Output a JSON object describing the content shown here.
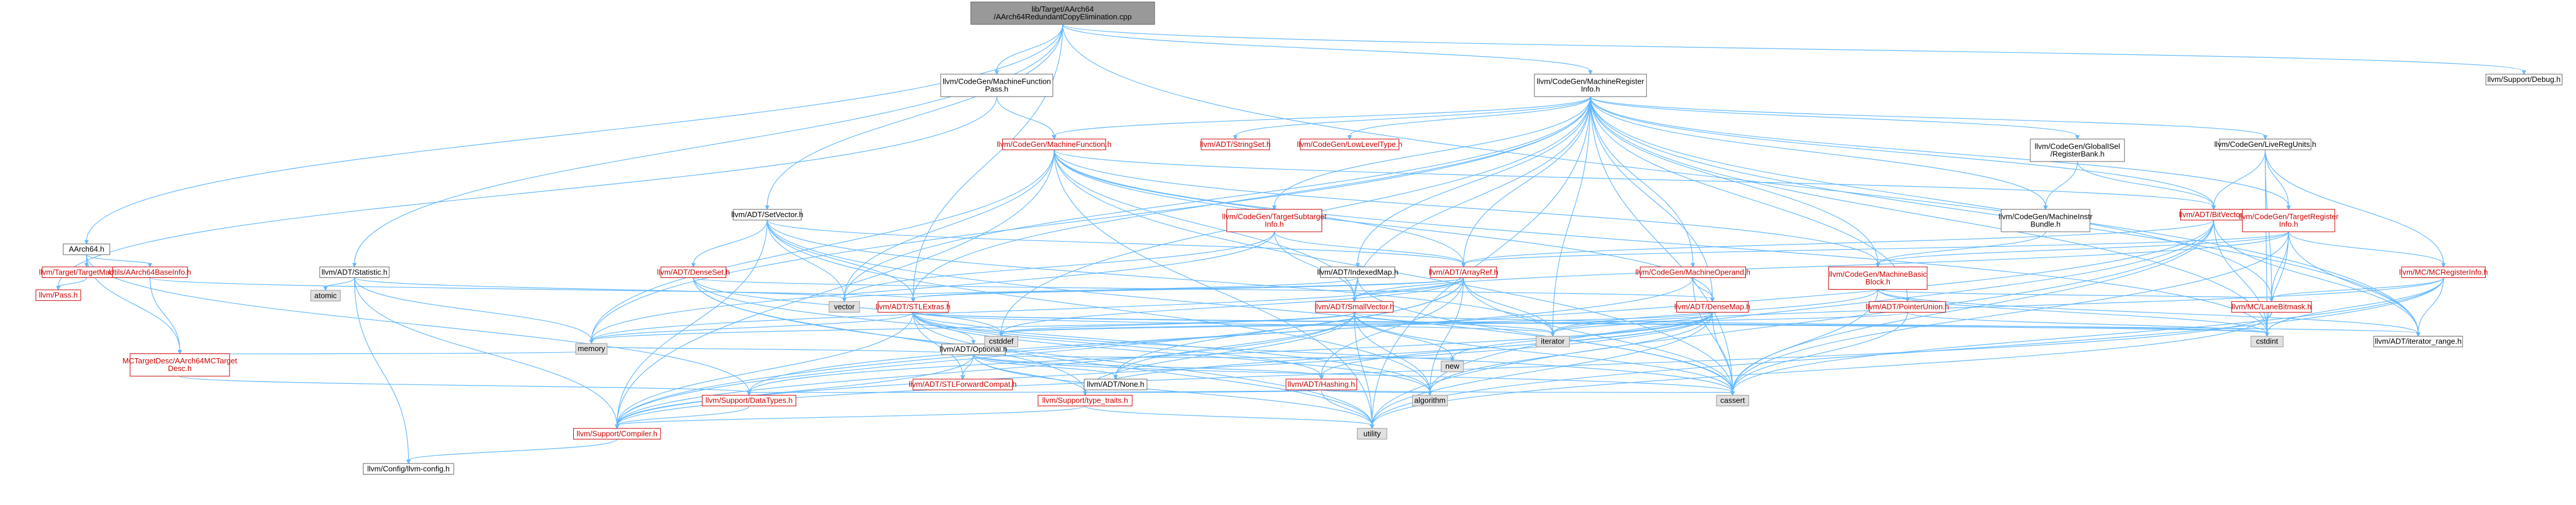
{
  "graph": {
    "colors": {
      "edge": "#63b8ff",
      "root_fill": "#999999",
      "root_stroke": "#666666",
      "linked_text": "#cc0000",
      "linked_stroke": "#cc0000",
      "plain_text": "#000000",
      "plain_stroke": "#666666",
      "system_fill": "#e0e0e0",
      "system_stroke": "#999999"
    },
    "nodes": [
      {
        "id": "root",
        "kind": "root",
        "lines": [
          "lib/Target/AArch64",
          "/AArch64RedundantCopyElimination.cpp"
        ]
      },
      {
        "id": "aarch64h",
        "kind": "plain",
        "lines": [
          "AArch64.h"
        ]
      },
      {
        "id": "targetmachine",
        "kind": "linked",
        "lines": [
          "llvm/Target/TargetMachine.h"
        ]
      },
      {
        "id": "utilsbaseinfo",
        "kind": "linked",
        "lines": [
          "Utils/AArch64BaseInfo.h"
        ]
      },
      {
        "id": "pass",
        "kind": "linked",
        "lines": [
          "llvm/Pass.h"
        ]
      },
      {
        "id": "mctargetdesc",
        "kind": "linked",
        "lines": [
          "MCTargetDesc/AArch64MCTarget",
          "Desc.h"
        ]
      },
      {
        "id": "statistic",
        "kind": "plain",
        "lines": [
          "llvm/ADT/Statistic.h"
        ]
      },
      {
        "id": "atomic",
        "kind": "system",
        "lines": [
          "atomic"
        ]
      },
      {
        "id": "mfpass",
        "kind": "plain",
        "lines": [
          "llvm/CodeGen/MachineFunction",
          "Pass.h"
        ]
      },
      {
        "id": "machinefunction",
        "kind": "linked",
        "lines": [
          "llvm/CodeGen/MachineFunction.h"
        ]
      },
      {
        "id": "setvector",
        "kind": "plain",
        "lines": [
          "llvm/ADT/SetVector.h"
        ]
      },
      {
        "id": "denseset",
        "kind": "linked",
        "lines": [
          "llvm/ADT/DenseSet.h"
        ]
      },
      {
        "id": "mri",
        "kind": "plain",
        "lines": [
          "llvm/CodeGen/MachineRegister",
          "Info.h"
        ]
      },
      {
        "id": "stringset",
        "kind": "linked",
        "lines": [
          "llvm/ADT/StringSet.h"
        ]
      },
      {
        "id": "lowleveltype",
        "kind": "linked",
        "lines": [
          "llvm/CodeGen/LowLevelType.h"
        ]
      },
      {
        "id": "targetsubtarget",
        "kind": "linked",
        "lines": [
          "llvm/CodeGen/TargetSubtarget",
          "Info.h"
        ]
      },
      {
        "id": "indexedmap",
        "kind": "plain",
        "lines": [
          "llvm/ADT/IndexedMap.h"
        ]
      },
      {
        "id": "arrayref",
        "kind": "linked",
        "lines": [
          "llvm/ADT/ArrayRef.h"
        ]
      },
      {
        "id": "globalisel",
        "kind": "plain",
        "lines": [
          "llvm/CodeGen/GlobalISel",
          "/RegisterBank.h"
        ]
      },
      {
        "id": "machineoperand",
        "kind": "linked",
        "lines": [
          "llvm/CodeGen/MachineOperand.h"
        ]
      },
      {
        "id": "mibundle",
        "kind": "plain",
        "lines": [
          "llvm/CodeGen/MachineInstr",
          "Bundle.h"
        ]
      },
      {
        "id": "bitvector",
        "kind": "linked",
        "lines": [
          "llvm/ADT/BitVector.h"
        ]
      },
      {
        "id": "liveregunits",
        "kind": "plain",
        "lines": [
          "llvm/CodeGen/LiveRegUnits.h"
        ]
      },
      {
        "id": "tri",
        "kind": "linked",
        "lines": [
          "llvm/CodeGen/TargetRegister",
          "Info.h"
        ]
      },
      {
        "id": "mcreginfo",
        "kind": "linked",
        "lines": [
          "llvm/MC/MCRegisterInfo.h"
        ]
      },
      {
        "id": "mbb",
        "kind": "linked",
        "lines": [
          "llvm/CodeGen/MachineBasic",
          "Block.h"
        ]
      },
      {
        "id": "lanebitmask",
        "kind": "linked",
        "lines": [
          "llvm/MC/LaneBitmask.h"
        ]
      },
      {
        "id": "pointerunion",
        "kind": "linked",
        "lines": [
          "llvm/ADT/PointerUnion.h"
        ]
      },
      {
        "id": "debug",
        "kind": "plain",
        "lines": [
          "llvm/Support/Debug.h"
        ]
      },
      {
        "id": "stlextras",
        "kind": "linked",
        "lines": [
          "llvm/ADT/STLExtras.h"
        ]
      },
      {
        "id": "smallvector",
        "kind": "linked",
        "lines": [
          "llvm/ADT/SmallVector.h"
        ]
      },
      {
        "id": "densemap",
        "kind": "linked",
        "lines": [
          "llvm/ADT/DenseMap.h"
        ]
      },
      {
        "id": "vector",
        "kind": "system",
        "lines": [
          "vector"
        ]
      },
      {
        "id": "optional",
        "kind": "plain",
        "lines": [
          "llvm/ADT/Optional.h"
        ]
      },
      {
        "id": "cstddef",
        "kind": "system",
        "lines": [
          "cstddef"
        ]
      },
      {
        "id": "iterator",
        "kind": "system",
        "lines": [
          "iterator"
        ]
      },
      {
        "id": "cstdint",
        "kind": "system",
        "lines": [
          "cstdint"
        ]
      },
      {
        "id": "iteratorrange",
        "kind": "plain",
        "lines": [
          "llvm/ADT/iterator_range.h"
        ]
      },
      {
        "id": "memory",
        "kind": "system",
        "lines": [
          "memory"
        ]
      },
      {
        "id": "stlforward",
        "kind": "linked",
        "lines": [
          "llvm/ADT/STLForwardCompat.h"
        ]
      },
      {
        "id": "none",
        "kind": "plain",
        "lines": [
          "llvm/ADT/None.h"
        ]
      },
      {
        "id": "hashing",
        "kind": "linked",
        "lines": [
          "llvm/ADT/Hashing.h"
        ]
      },
      {
        "id": "new",
        "kind": "system",
        "lines": [
          "new"
        ]
      },
      {
        "id": "datatypes",
        "kind": "linked",
        "lines": [
          "llvm/Support/DataTypes.h"
        ]
      },
      {
        "id": "typetraits",
        "kind": "linked",
        "lines": [
          "llvm/Support/type_traits.h"
        ]
      },
      {
        "id": "algorithm",
        "kind": "system",
        "lines": [
          "algorithm"
        ]
      },
      {
        "id": "cassert",
        "kind": "system",
        "lines": [
          "cassert"
        ]
      },
      {
        "id": "compiler",
        "kind": "linked",
        "lines": [
          "llvm/Support/Compiler.h"
        ]
      },
      {
        "id": "utility",
        "kind": "system",
        "lines": [
          "utility"
        ]
      },
      {
        "id": "config",
        "kind": "plain",
        "lines": [
          "llvm/Config/llvm-config.h"
        ]
      }
    ],
    "edges": [
      [
        "root",
        "aarch64h"
      ],
      [
        "root",
        "statistic"
      ],
      [
        "root",
        "mfpass"
      ],
      [
        "root",
        "mri"
      ],
      [
        "root",
        "debug"
      ],
      [
        "root",
        "setvector"
      ],
      [
        "root",
        "stlextras"
      ],
      [
        "root",
        "iteratorrange"
      ],
      [
        "aarch64h",
        "targetmachine"
      ],
      [
        "aarch64h",
        "utilsbaseinfo"
      ],
      [
        "aarch64h",
        "mctargetdesc"
      ],
      [
        "aarch64h",
        "datatypes"
      ],
      [
        "targetmachine",
        "pass"
      ],
      [
        "utilsbaseinfo",
        "stlextras"
      ],
      [
        "utilsbaseinfo",
        "mctargetdesc"
      ],
      [
        "mctargetdesc",
        "memory"
      ],
      [
        "mctargetdesc",
        "datatypes"
      ],
      [
        "statistic",
        "atomic"
      ],
      [
        "statistic",
        "memory"
      ],
      [
        "statistic",
        "vector"
      ],
      [
        "statistic",
        "compiler"
      ],
      [
        "statistic",
        "config"
      ],
      [
        "mfpass",
        "machinefunction"
      ],
      [
        "mfpass",
        "pass"
      ],
      [
        "machinefunction",
        "arrayref"
      ],
      [
        "machinefunction",
        "densemap"
      ],
      [
        "machinefunction",
        "smallvector"
      ],
      [
        "machinefunction",
        "vector"
      ],
      [
        "machinefunction",
        "memory"
      ],
      [
        "machinefunction",
        "mbb"
      ],
      [
        "machinefunction",
        "bitvector"
      ],
      [
        "machinefunction",
        "compiler"
      ],
      [
        "machinefunction",
        "utility"
      ],
      [
        "machinefunction",
        "cassert"
      ],
      [
        "machinefunction",
        "cstdint"
      ],
      [
        "setvector",
        "arrayref"
      ],
      [
        "setvector",
        "denseset"
      ],
      [
        "setvector",
        "stlextras"
      ],
      [
        "setvector",
        "compiler"
      ],
      [
        "setvector",
        "algorithm"
      ],
      [
        "setvector",
        "cassert"
      ],
      [
        "setvector",
        "iterator"
      ],
      [
        "setvector",
        "vector"
      ],
      [
        "denseset",
        "densemap"
      ],
      [
        "denseset",
        "typetraits"
      ],
      [
        "denseset",
        "algorithm"
      ],
      [
        "denseset",
        "cstddef"
      ],
      [
        "denseset",
        "utility"
      ],
      [
        "mri",
        "stringset"
      ],
      [
        "mri",
        "lowleveltype"
      ],
      [
        "mri",
        "machinefunction"
      ],
      [
        "mri",
        "targetsubtarget"
      ],
      [
        "mri",
        "indexedmap"
      ],
      [
        "mri",
        "arrayref"
      ],
      [
        "mri",
        "globalisel"
      ],
      [
        "mri",
        "machineoperand"
      ],
      [
        "mri",
        "mibundle"
      ],
      [
        "mri",
        "bitvector"
      ],
      [
        "mri",
        "liveregunits"
      ],
      [
        "mri",
        "tri"
      ],
      [
        "mri",
        "mbb"
      ],
      [
        "mri",
        "pointerunion"
      ],
      [
        "mri",
        "densemap"
      ],
      [
        "mri",
        "smallvector"
      ],
      [
        "mri",
        "stlextras"
      ],
      [
        "mri",
        "iteratorrange"
      ],
      [
        "mri",
        "lanebitmask"
      ],
      [
        "mri",
        "vector"
      ],
      [
        "mri",
        "memory"
      ],
      [
        "mri",
        "cassert"
      ],
      [
        "mri",
        "cstddef"
      ],
      [
        "mri",
        "cstdint"
      ],
      [
        "mri",
        "iterator"
      ],
      [
        "mri",
        "utility"
      ],
      [
        "targetsubtarget",
        "arrayref"
      ],
      [
        "targetsubtarget",
        "smallvector"
      ],
      [
        "targetsubtarget",
        "memory"
      ],
      [
        "targetsubtarget",
        "vector"
      ],
      [
        "indexedmap",
        "smallvector"
      ],
      [
        "indexedmap",
        "stlextras"
      ],
      [
        "indexedmap",
        "cassert"
      ],
      [
        "arrayref",
        "hashing"
      ],
      [
        "arrayref",
        "none"
      ],
      [
        "arrayref",
        "smallvector"
      ],
      [
        "arrayref",
        "stlextras"
      ],
      [
        "arrayref",
        "compiler"
      ],
      [
        "arrayref",
        "algorithm"
      ],
      [
        "arrayref",
        "cassert"
      ],
      [
        "arrayref",
        "cstddef"
      ],
      [
        "arrayref",
        "iterator"
      ],
      [
        "arrayref",
        "memory"
      ],
      [
        "arrayref",
        "vector"
      ],
      [
        "globalisel",
        "bitvector"
      ],
      [
        "globalisel",
        "mibundle"
      ],
      [
        "machineoperand",
        "densemap"
      ],
      [
        "machineoperand",
        "datatypes"
      ],
      [
        "machineoperand",
        "cassert"
      ],
      [
        "mibundle",
        "mbb"
      ],
      [
        "bitvector",
        "arrayref"
      ],
      [
        "bitvector",
        "iteratorrange"
      ],
      [
        "bitvector",
        "compiler"
      ],
      [
        "bitvector",
        "algorithm"
      ],
      [
        "bitvector",
        "cassert"
      ],
      [
        "bitvector",
        "cstdint"
      ],
      [
        "bitvector",
        "utility"
      ],
      [
        "liveregunits",
        "bitvector"
      ],
      [
        "liveregunits",
        "tri"
      ],
      [
        "liveregunits",
        "mcreginfo"
      ],
      [
        "liveregunits",
        "lanebitmask"
      ],
      [
        "liveregunits",
        "cstdint"
      ],
      [
        "tri",
        "arrayref"
      ],
      [
        "tri",
        "smallvector"
      ],
      [
        "tri",
        "iteratorrange"
      ],
      [
        "tri",
        "lanebitmask"
      ],
      [
        "tri",
        "mcreginfo"
      ],
      [
        "tri",
        "cassert"
      ],
      [
        "tri",
        "cstdint"
      ],
      [
        "tri",
        "mbb"
      ],
      [
        "mcreginfo",
        "iteratorrange"
      ],
      [
        "mcreginfo",
        "lanebitmask"
      ],
      [
        "mcreginfo",
        "cassert"
      ],
      [
        "mcreginfo",
        "cstdint"
      ],
      [
        "mcreginfo",
        "iterator"
      ],
      [
        "mcreginfo",
        "utility"
      ],
      [
        "mbb",
        "iteratorrange"
      ],
      [
        "mbb",
        "lanebitmask"
      ],
      [
        "mbb",
        "cassert"
      ],
      [
        "mbb",
        "cstdint"
      ],
      [
        "mbb",
        "iterator"
      ],
      [
        "lanebitmask",
        "compiler"
      ],
      [
        "lanebitmask",
        "utility"
      ],
      [
        "pointerunion",
        "cassert"
      ],
      [
        "pointerunion",
        "cstddef"
      ],
      [
        "pointerunion",
        "cstdint"
      ],
      [
        "stlextras",
        "optional"
      ],
      [
        "stlextras",
        "stlforward"
      ],
      [
        "stlextras",
        "iteratorrange"
      ],
      [
        "stlextras",
        "compiler"
      ],
      [
        "stlextras",
        "algorithm"
      ],
      [
        "stlextras",
        "cassert"
      ],
      [
        "stlextras",
        "cstddef"
      ],
      [
        "stlextras",
        "cstdint"
      ],
      [
        "stlextras",
        "iterator"
      ],
      [
        "stlextras",
        "memory"
      ],
      [
        "stlextras",
        "utility"
      ],
      [
        "stlextras",
        "hashing"
      ],
      [
        "smallvector",
        "compiler"
      ],
      [
        "smallvector",
        "typetraits"
      ],
      [
        "smallvector",
        "algorithm"
      ],
      [
        "smallvector",
        "cassert"
      ],
      [
        "smallvector",
        "cstddef"
      ],
      [
        "smallvector",
        "cstdint"
      ],
      [
        "smallvector",
        "iterator"
      ],
      [
        "smallvector",
        "memory"
      ],
      [
        "smallvector",
        "new"
      ],
      [
        "smallvector",
        "utility"
      ],
      [
        "smallvector",
        "none"
      ],
      [
        "densemap",
        "compiler"
      ],
      [
        "densemap",
        "typetraits"
      ],
      [
        "densemap",
        "algorithm"
      ],
      [
        "densemap",
        "cassert"
      ],
      [
        "densemap",
        "cstddef"
      ],
      [
        "densemap",
        "iterator"
      ],
      [
        "densemap",
        "new"
      ],
      [
        "densemap",
        "utility"
      ],
      [
        "densemap",
        "hashing"
      ],
      [
        "densemap",
        "datatypes"
      ],
      [
        "optional",
        "none"
      ],
      [
        "optional",
        "stlforward"
      ],
      [
        "optional",
        "compiler"
      ],
      [
        "optional",
        "typetraits"
      ],
      [
        "optional",
        "cassert"
      ],
      [
        "optional",
        "memory"
      ],
      [
        "optional",
        "new"
      ],
      [
        "optional",
        "utility"
      ],
      [
        "optional",
        "hashing"
      ],
      [
        "hashing",
        "datatypes"
      ],
      [
        "hashing",
        "typetraits"
      ],
      [
        "hashing",
        "algorithm"
      ],
      [
        "hashing",
        "cassert"
      ],
      [
        "hashing",
        "utility"
      ],
      [
        "datatypes",
        "compiler"
      ],
      [
        "typetraits",
        "compiler"
      ],
      [
        "typetraits",
        "utility"
      ],
      [
        "compiler",
        "config"
      ]
    ]
  }
}
